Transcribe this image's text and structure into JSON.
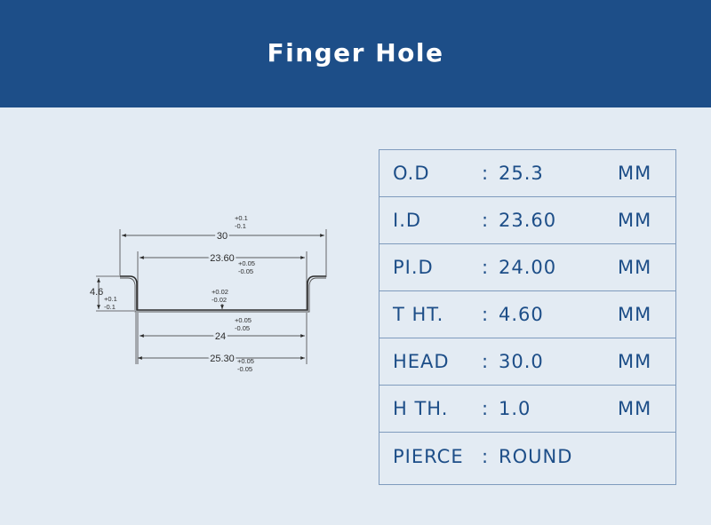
{
  "header": {
    "title": "Finger Hole"
  },
  "drawing": {
    "dim_30": "30",
    "tol_30_plus": "+0.1",
    "tol_30_minus": "-0.1",
    "dim_2360": "23.60",
    "tol_2360_plus": "+0.05",
    "tol_2360_minus": "-0.05",
    "dim_46": "4.6",
    "tol_46_plus": "+0.1",
    "tol_46_minus": "-0.1",
    "tol_thk_plus": "+0.02",
    "tol_thk_minus": "-0.02",
    "dim_24": "24",
    "tol_24_plus": "+0.05",
    "tol_24_minus": "-0.05",
    "dim_2530": "25.30",
    "tol_2530_plus": "+0.05",
    "tol_2530_minus": "-0.05"
  },
  "specs": [
    {
      "label": "O.D",
      "colon": ":",
      "value": "25.3",
      "unit": "MM"
    },
    {
      "label": "I.D",
      "colon": ":",
      "value": "23.60",
      "unit": "MM"
    },
    {
      "label": "PI.D",
      "colon": ":",
      "value": "24.00",
      "unit": "MM"
    },
    {
      "label": "T HT.",
      "colon": ":",
      "value": "4.60",
      "unit": "MM"
    },
    {
      "label": "HEAD",
      "colon": ":",
      "value": "30.0",
      "unit": "MM"
    },
    {
      "label": "H TH.",
      "colon": ":",
      "value": "1.0",
      "unit": "MM"
    },
    {
      "label": "PIERCE",
      "colon": ":",
      "value": "ROUND",
      "unit": ""
    }
  ]
}
